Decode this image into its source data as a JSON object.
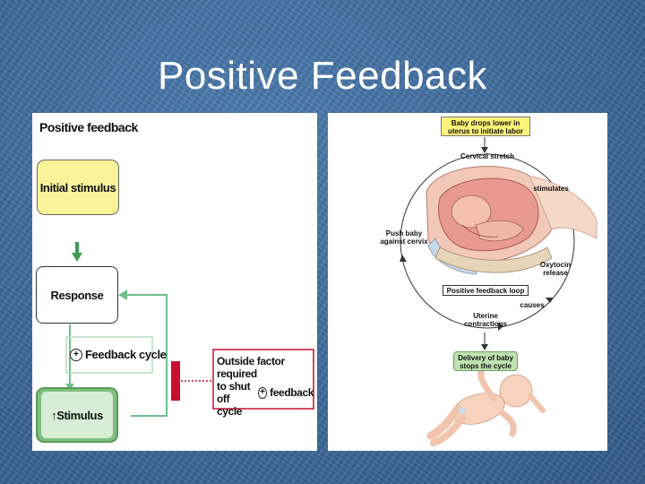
{
  "slide": {
    "title": "Positive Feedback"
  },
  "left_diagram": {
    "heading": "Positive feedback",
    "initial_stimulus": "Initial stimulus",
    "response": "Response",
    "feedback_symbol": "+",
    "feedback_cycle": "Feedback cycle",
    "stimulus_arrow": "↑",
    "stimulus": "Stimulus",
    "outside_factor_lines": [
      "Outside factor required",
      "to shut off",
      "feedback",
      "cycle"
    ]
  },
  "right_diagram": {
    "baby_drops_lines": [
      "Baby drops lower in",
      "uterus to  initiate labor"
    ],
    "cervical_stretch": "Cervical stretch",
    "stimulates": "stimulates",
    "push_baby_lines": [
      "Push baby",
      "against cervix"
    ],
    "oxytocin_lines": [
      "Oxytocin",
      "release"
    ],
    "loop_label": "Positive feedback loop",
    "causes": "causes",
    "uterine_lines": [
      "Uterine",
      "contractions"
    ],
    "delivery_lines": [
      "Delivery of baby",
      "stops the cycle"
    ]
  },
  "colors": {
    "stimulus_yellow": "#fbf39a",
    "stimulus_green": "#7fbf7f",
    "arrow_green": "#3c9b55",
    "outside_red": "#c8102e",
    "delivery_green": "#bfe2b0",
    "baby_drops_yellow": "#fff27a"
  }
}
